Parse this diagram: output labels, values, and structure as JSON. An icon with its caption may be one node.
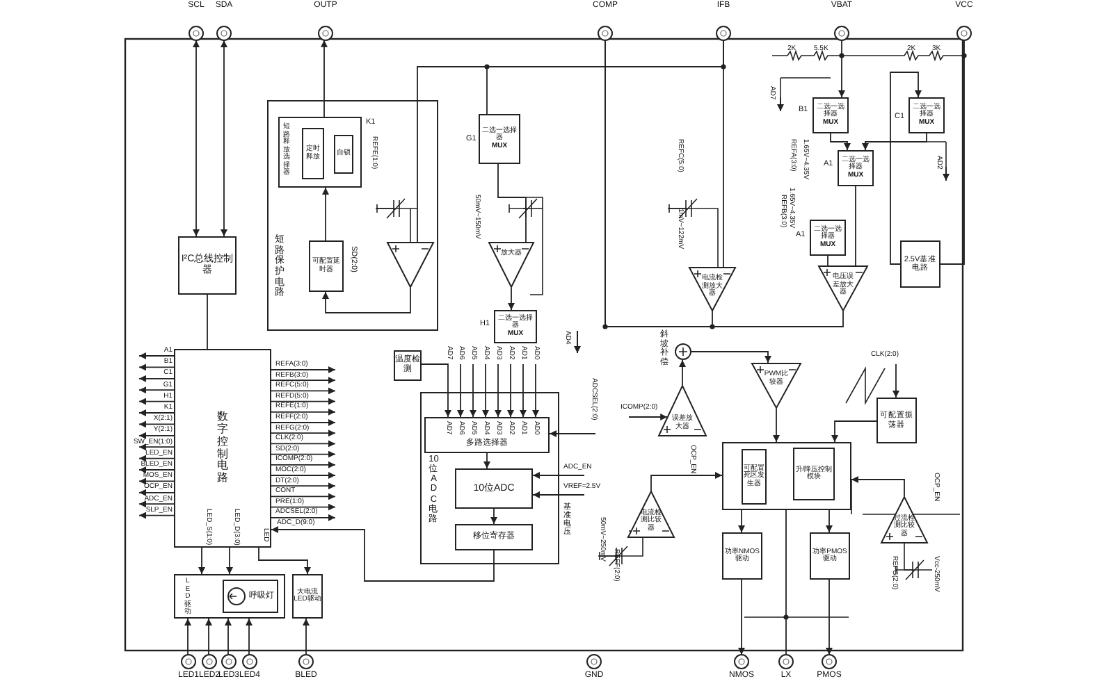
{
  "diagram": {
    "nodes": [
      {
        "text": [
          "SCL"
        ]
      },
      {
        "text": [
          "SDA"
        ]
      },
      {
        "text": [
          "OUTP"
        ]
      },
      {
        "text": [
          "COMP"
        ]
      },
      {
        "text": [
          "IFB"
        ]
      },
      {
        "text": [
          "VBAT"
        ]
      },
      {
        "text": [
          "VCC"
        ]
      },
      {
        "text": [
          "LED1"
        ]
      },
      {
        "text": [
          "LED2"
        ]
      },
      {
        "text": [
          "LED3"
        ]
      },
      {
        "text": [
          "LED4"
        ]
      },
      {
        "text": [
          "BLED"
        ]
      },
      {
        "text": [
          "GND"
        ]
      },
      {
        "text": [
          "NMOS"
        ]
      },
      {
        "text": [
          "LX"
        ]
      },
      {
        "text": [
          "PMOS"
        ]
      },
      {
        "text": [
          "I²C总线控制器"
        ]
      },
      {
        "text": [
          "数字控制电路"
        ]
      },
      {
        "text": [
          "LED驱动"
        ]
      },
      {
        "text": [
          "呼吸灯"
        ],
        "in": 18
      },
      {
        "text": [
          "大电流LED驱动"
        ]
      },
      {
        "text": [
          "短路保护电路"
        ]
      },
      {
        "text": [
          "短路释放选择器"
        ],
        "in": 21,
        "beside": [
          "K1"
        ]
      },
      {
        "text": [
          "定时释放"
        ],
        "in": 22
      },
      {
        "text": [
          "自锁"
        ],
        "in": 22
      },
      {
        "text": [
          "可配置延时器"
        ],
        "in": 21,
        "beside": [
          "SD(2:0)"
        ]
      },
      {
        "text": [],
        "shape": "triangle",
        "in": 21
      },
      {
        "text": [
          "10位ADC电路"
        ]
      },
      {
        "text": [
          "多路选择器"
        ],
        "in": 27
      },
      {
        "text": [
          "10位ADC"
        ],
        "in": 27
      },
      {
        "text": [
          "移位寄存器"
        ],
        "in": 27
      },
      {
        "text": [
          "温度检测"
        ]
      },
      {
        "text": [
          "二选一选择器",
          "MUX"
        ],
        "beside": [
          "G1"
        ]
      },
      {
        "text": [
          "放大器"
        ]
      },
      {
        "text": [
          "二选一选择器",
          "MUX"
        ],
        "beside": [
          "H1"
        ]
      },
      {
        "text": [
          "电流检测放大器"
        ]
      },
      {
        "text": [
          "二选一选择器",
          "MUX"
        ],
        "beside": [
          "B1"
        ]
      },
      {
        "text": [
          "二选一选择器",
          "MUX"
        ],
        "beside": [
          "C1"
        ]
      },
      {
        "text": [
          "二选一选择器",
          "MUX"
        ],
        "beside": [
          "A1"
        ]
      },
      {
        "text": [
          "二选一选择器",
          "MUX"
        ],
        "beside": [
          "A1"
        ]
      },
      {
        "text": [
          "电压误差放大器"
        ]
      },
      {
        "text": [
          "2.5V基准电路"
        ]
      },
      {
        "text": [],
        "shape": "circle",
        "beside": [
          "斜坡补偿"
        ]
      },
      {
        "text": [
          "PWM比较器"
        ]
      },
      {
        "text": [
          "误差放大器"
        ]
      },
      {
        "text": [
          "可配置振荡器"
        ]
      },
      {
        "text": [],
        "shape": "box"
      },
      {
        "text": [
          "可配置死区发生器"
        ],
        "in": 46
      },
      {
        "text": [
          "升/降压控制模块"
        ],
        "in": 46
      },
      {
        "text": [
          "功率NMOS驱动"
        ]
      },
      {
        "text": [
          "功率PMOS驱动"
        ]
      },
      {
        "text": [
          "电流检测比较器"
        ]
      },
      {
        "text": [
          "过流检测比较器"
        ]
      }
    ],
    "edges": [
      {
        "from": 16,
        "to": 0,
        "arrow": "both"
      },
      {
        "from": 16,
        "to": 1,
        "arrow": "both"
      },
      {
        "from": 16,
        "to": 17,
        "arrow": "none"
      },
      {
        "from": 22,
        "to": 2,
        "arrow": "to"
      },
      {
        "from": 25,
        "to": 22,
        "arrow": "to"
      },
      {
        "from": 26,
        "to": 25,
        "arrow": "to"
      },
      {
        "from": 17,
        "to": 18,
        "arrow": "to",
        "label": "LED_S(1:0)"
      },
      {
        "from": 17,
        "to": 18,
        "arrow": "to",
        "label": "LED_D(3:0)"
      },
      {
        "from": 17,
        "to": 20,
        "arrow": "to",
        "label": "LED"
      },
      {
        "from": 7,
        "to": 18,
        "arrow": "to"
      },
      {
        "from": 8,
        "to": 18,
        "arrow": "to"
      },
      {
        "from": 9,
        "to": 18,
        "arrow": "to"
      },
      {
        "from": 10,
        "to": 18,
        "arrow": "to"
      },
      {
        "from": 11,
        "to": 20,
        "arrow": "to"
      },
      {
        "from": 31,
        "to": 28,
        "arrow": "to",
        "label": "AD7"
      },
      {
        "from": null,
        "to": 28,
        "arrow": "to",
        "label": "AD6"
      },
      {
        "from": null,
        "to": 28,
        "arrow": "to",
        "label": "AD5"
      },
      {
        "from": null,
        "to": 28,
        "arrow": "to",
        "label": "AD4"
      },
      {
        "from": null,
        "to": 28,
        "arrow": "to",
        "label": "AD3"
      },
      {
        "from": null,
        "to": 28,
        "arrow": "to",
        "label": "AD2"
      },
      {
        "from": null,
        "to": 28,
        "arrow": "to",
        "label": "AD1"
      },
      {
        "from": null,
        "to": 28,
        "arrow": "to",
        "label": "AD0"
      },
      {
        "from": 28,
        "to": 29,
        "arrow": "to"
      },
      {
        "from": 29,
        "to": 30,
        "arrow": "to"
      },
      {
        "from": 30,
        "to": 17,
        "arrow": "to",
        "label": "ADC_D(9:0)"
      },
      {
        "from": null,
        "to": 28,
        "arrow": "to",
        "label": "ADCSEL(2:0)"
      },
      {
        "from": null,
        "to": 29,
        "arrow": "to",
        "label": "ADC_EN"
      },
      {
        "from": null,
        "to": 29,
        "arrow": "to",
        "label": "VREF=2.5V"
      },
      {
        "from": 32,
        "to": 33,
        "arrow": "none"
      },
      {
        "from": 33,
        "to": 34,
        "arrow": "to"
      },
      {
        "from": 4,
        "to": 35,
        "arrow": "none"
      },
      {
        "from": 35,
        "to": 3,
        "arrow": "none"
      },
      {
        "from": 5,
        "to": 36,
        "arrow": "to"
      },
      {
        "from": 36,
        "to": 38,
        "arrow": "to"
      },
      {
        "from": 37,
        "to": 38,
        "arrow": "to"
      },
      {
        "from": 38,
        "to": 40,
        "arrow": "none"
      },
      {
        "from": 39,
        "to": 40,
        "arrow": "none"
      },
      {
        "from": 6,
        "to": 41,
        "arrow": "none"
      },
      {
        "from": 41,
        "to": 37,
        "arrow": "to"
      },
      {
        "from": 44,
        "to": 42,
        "arrow": "to"
      },
      {
        "from": 42,
        "to": 43,
        "arrow": "to"
      },
      {
        "from": null,
        "to": 44,
        "arrow": "to",
        "label": "ICOMP(2:0)"
      },
      {
        "from": 43,
        "to": 46,
        "arrow": "to"
      },
      {
        "from": 45,
        "to": 46,
        "arrow": "to"
      },
      {
        "from": null,
        "to": 45,
        "arrow": "to",
        "label": "CLK(2:0)"
      },
      {
        "from": 46,
        "to": 49,
        "arrow": "to"
      },
      {
        "from": 46,
        "to": 50,
        "arrow": "to"
      },
      {
        "from": 49,
        "to": 13,
        "arrow": "to"
      },
      {
        "from": 50,
        "to": 15,
        "arrow": "to"
      },
      {
        "from": 46,
        "to": 14,
        "arrow": "none"
      },
      {
        "from": 51,
        "to": 46,
        "arrow": "to"
      },
      {
        "from": 52,
        "to": 46,
        "arrow": "to"
      },
      {
        "from": 17,
        "to": null,
        "arrow": "to",
        "label": "A1"
      },
      {
        "from": 17,
        "to": null,
        "arrow": "to",
        "label": "B1"
      },
      {
        "from": 17,
        "to": null,
        "arrow": "to",
        "label": "C1"
      },
      {
        "from": 17,
        "to": null,
        "arrow": "to",
        "label": "G1"
      },
      {
        "from": 17,
        "to": null,
        "arrow": "to",
        "label": "H1"
      },
      {
        "from": 17,
        "to": null,
        "arrow": "to",
        "label": "K1"
      },
      {
        "from": 17,
        "to": null,
        "arrow": "to",
        "label": "X(2:1)"
      },
      {
        "from": 17,
        "to": null,
        "arrow": "to",
        "label": "Y(2:1)"
      },
      {
        "from": 17,
        "to": null,
        "arrow": "to",
        "label": "SW_EN(1:0)"
      },
      {
        "from": 17,
        "to": null,
        "arrow": "to",
        "label": "LED_EN"
      },
      {
        "from": 17,
        "to": null,
        "arrow": "to",
        "label": "BLED_EN"
      },
      {
        "from": 17,
        "to": null,
        "arrow": "to",
        "label": "MOS_EN"
      },
      {
        "from": 17,
        "to": null,
        "arrow": "to",
        "label": "OCP_EN"
      },
      {
        "from": 17,
        "to": null,
        "arrow": "to",
        "label": "ADC_EN"
      },
      {
        "from": 17,
        "to": null,
        "arrow": "to",
        "label": "SLP_EN"
      },
      {
        "from": 17,
        "to": null,
        "arrow": "to",
        "label": "REFA(3:0)"
      },
      {
        "from": 17,
        "to": null,
        "arrow": "to",
        "label": "REFB(3:0)"
      },
      {
        "from": 17,
        "to": null,
        "arrow": "to",
        "label": "REFC(5:0)"
      },
      {
        "from": 17,
        "to": null,
        "arrow": "to",
        "label": "REFD(5:0)"
      },
      {
        "from": 17,
        "to": null,
        "arrow": "to",
        "label": "REFE(1:0)"
      },
      {
        "from": 17,
        "to": null,
        "arrow": "to",
        "label": "REFF(2:0)"
      },
      {
        "from": 17,
        "to": null,
        "arrow": "to",
        "label": "REFG(2:0)"
      },
      {
        "from": 17,
        "to": null,
        "arrow": "to",
        "label": "CLK(2:0)"
      },
      {
        "from": 17,
        "to": null,
        "arrow": "to",
        "label": "SD(2:0)"
      },
      {
        "from": 17,
        "to": null,
        "arrow": "to",
        "label": "ICOMP(2:0)"
      },
      {
        "from": 17,
        "to": null,
        "arrow": "to",
        "label": "MOC(2:0)"
      },
      {
        "from": 17,
        "to": null,
        "arrow": "to",
        "label": "DT(2:0)"
      },
      {
        "from": 17,
        "to": null,
        "arrow": "to",
        "label": "CONT"
      },
      {
        "from": 17,
        "to": null,
        "arrow": "to",
        "label": "PRE(1:0)"
      },
      {
        "from": 17,
        "to": null,
        "arrow": "to",
        "label": "ADCSEL(2:0)"
      },
      {
        "from": 4,
        "to": 26,
        "arrow": "none"
      },
      {
        "from": 4,
        "to": 32,
        "arrow": "none"
      },
      {
        "from": 40,
        "to": 3,
        "arrow": "none"
      }
    ],
    "labels": [
      "REFE(1:0)",
      "50mV~150mV",
      "REFC(5:0)",
      "1mV~122mV",
      "AD4",
      "AD7",
      "AD2",
      "REFA(3:0)",
      "1.65V~4.35V",
      "REFB(3:0)",
      "1.65V~4.35V",
      "2K",
      "5.5K",
      "2K",
      "3K",
      "AD7",
      "AD6",
      "AD5",
      "AD4",
      "AD3",
      "AD2",
      "AD1",
      "AD0",
      "OCP_EN",
      "OCP_EN",
      "REFF(2:0)",
      "50mV~250mV",
      "REFG(2:0)",
      "Vcc-250mV",
      "基准电压"
    ]
  }
}
